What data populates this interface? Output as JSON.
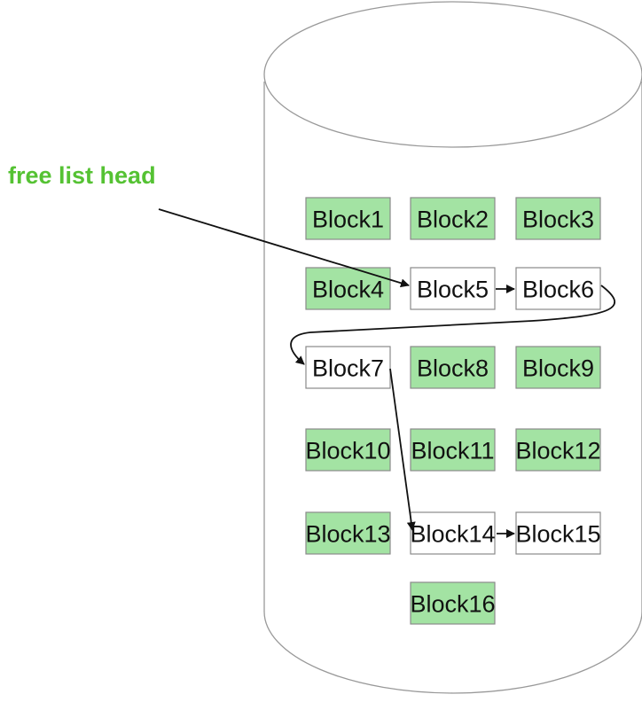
{
  "head_label": "free list head",
  "colors": {
    "used_fill": "#a3e3a3",
    "free_fill": "#ffffff",
    "border": "#8a8a8a",
    "label_green": "#55c233",
    "arrow": "#111111",
    "cylinder_stroke": "#999999"
  },
  "blocks": [
    {
      "label": "Block1",
      "free": false
    },
    {
      "label": "Block2",
      "free": false
    },
    {
      "label": "Block3",
      "free": false
    },
    {
      "label": "Block4",
      "free": false
    },
    {
      "label": "Block5",
      "free": true
    },
    {
      "label": "Block6",
      "free": true
    },
    {
      "label": "Block7",
      "free": true
    },
    {
      "label": "Block8",
      "free": false
    },
    {
      "label": "Block9",
      "free": false
    },
    {
      "label": "Block10",
      "free": false
    },
    {
      "label": "Block11",
      "free": false
    },
    {
      "label": "Block12",
      "free": false
    },
    {
      "label": "Block13",
      "free": false
    },
    {
      "label": "Block14",
      "free": true
    },
    {
      "label": "Block15",
      "free": true
    },
    {
      "label": "Block16",
      "free": false
    }
  ],
  "free_list": [
    "Block5",
    "Block6",
    "Block7",
    "Block14",
    "Block15"
  ]
}
